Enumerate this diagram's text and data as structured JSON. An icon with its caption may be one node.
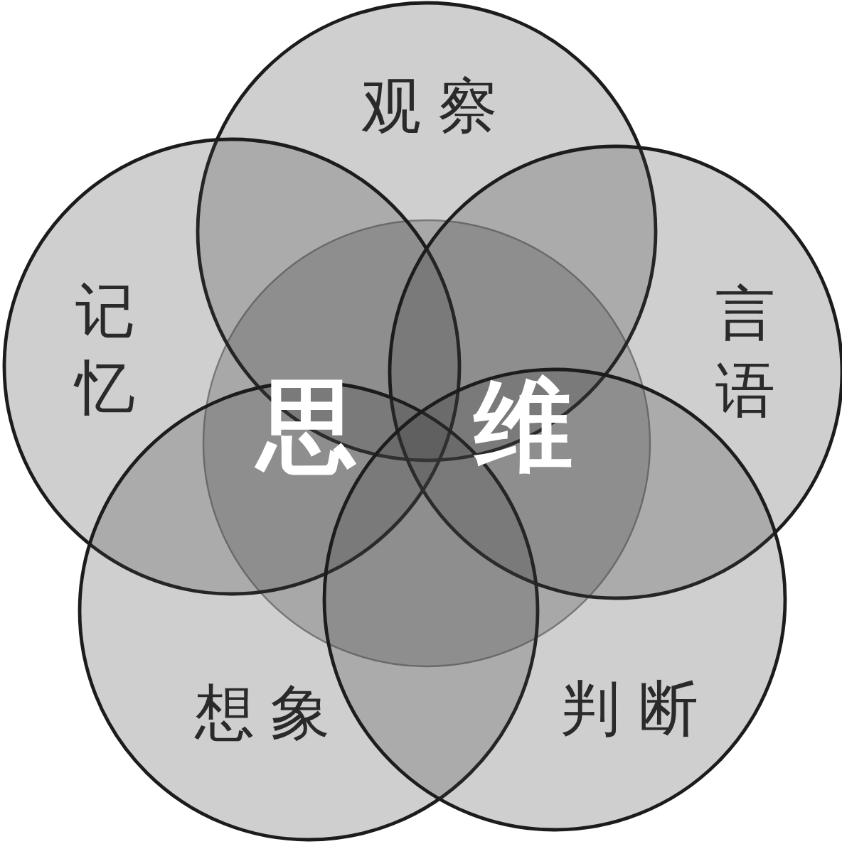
{
  "diagram": {
    "nodes": [
      {
        "text": [
          "观察"
        ]
      },
      {
        "text": [
          "记忆"
        ]
      },
      {
        "text": [
          "言语"
        ]
      },
      {
        "text": [
          "思维"
        ]
      },
      {
        "text": [
          "想象"
        ]
      },
      {
        "text": [
          "判断"
        ]
      }
    ]
  }
}
